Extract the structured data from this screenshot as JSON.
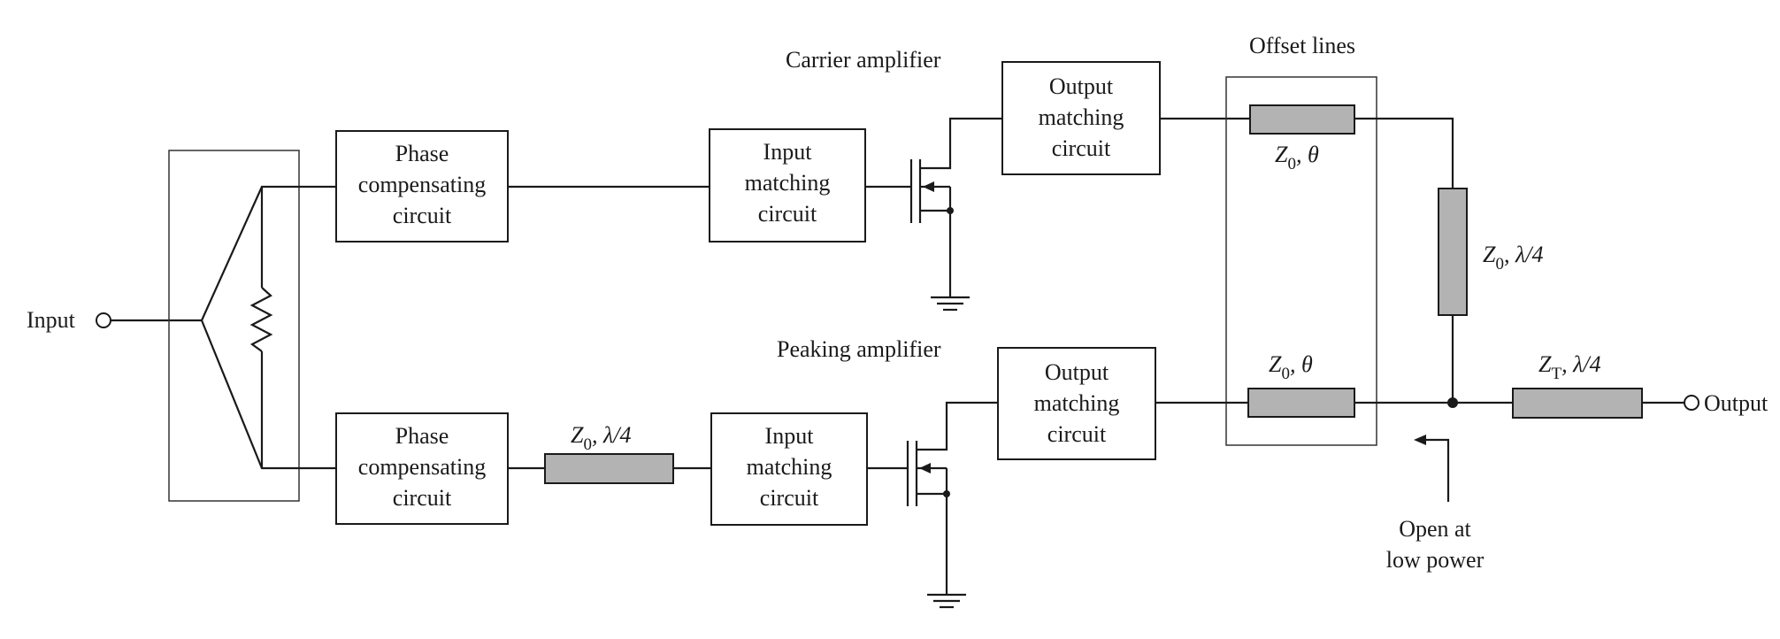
{
  "labels": {
    "input": "Input",
    "output": "Output",
    "carrier_amplifier": "Carrier amplifier",
    "peaking_amplifier": "Peaking amplifier",
    "offset_lines": "Offset lines",
    "open_at_low_power": [
      "Open at",
      "low power"
    ]
  },
  "blocks": {
    "phase_comp_top": [
      "Phase",
      "compensating",
      "circuit"
    ],
    "phase_comp_bottom": [
      "Phase",
      "compensating",
      "circuit"
    ],
    "input_match_top": [
      "Input",
      "matching",
      "circuit"
    ],
    "input_match_bottom": [
      "Input",
      "matching",
      "circuit"
    ],
    "output_match_top": [
      "Output",
      "matching",
      "circuit"
    ],
    "output_match_bottom": [
      "Output",
      "matching",
      "circuit"
    ]
  },
  "lines": {
    "offset_top": {
      "z": "Z",
      "sub": "0",
      "rest": ", θ"
    },
    "offset_bottom": {
      "z": "Z",
      "sub": "0",
      "rest": ", θ"
    },
    "quarter_wave_vertical": {
      "z": "Z",
      "sub": "0",
      "rest": ", λ/4"
    },
    "quarter_wave_input": {
      "z": "Z",
      "sub": "0",
      "rest": ", λ/4"
    },
    "output_transformer": {
      "z": "Z",
      "sub": "T",
      "rest": ", λ/4"
    }
  }
}
